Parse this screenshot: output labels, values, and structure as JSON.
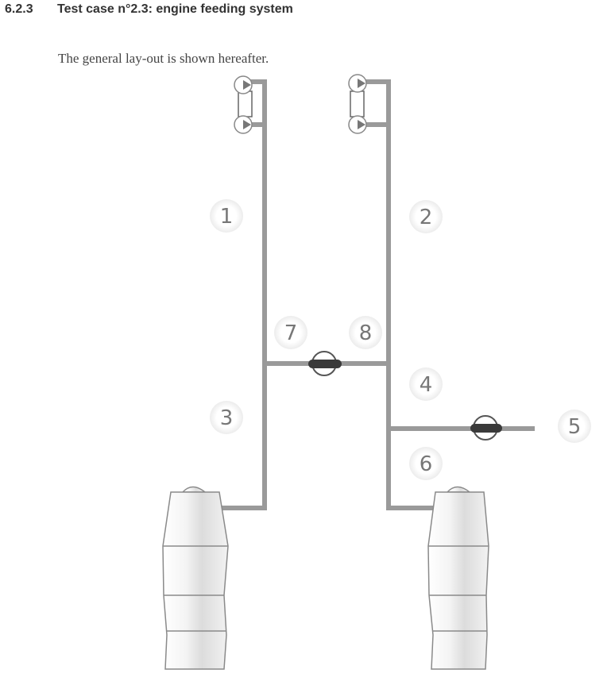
{
  "heading": {
    "number": "6.2.3",
    "title": "Test case n°2.3: engine feeding system"
  },
  "intro": "The general lay-out is shown hereafter.",
  "diagram": {
    "colors": {
      "pipe": "#9a9a9a",
      "valve_bar": "#3a3a3a",
      "outline": "#555555",
      "label": "#777777",
      "label_halo": "#f4f4f4"
    },
    "labels": {
      "l1": "1",
      "l2": "2",
      "l3": "3",
      "l4": "4",
      "l5": "5",
      "l6": "6",
      "l7": "7",
      "l8": "8"
    }
  }
}
